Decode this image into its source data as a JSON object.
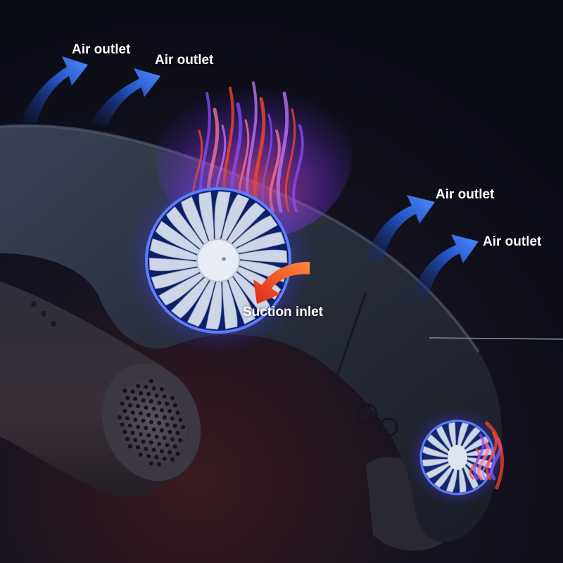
{
  "labels": {
    "outlet_1": "Air outlet",
    "outlet_2": "Air outlet",
    "outlet_3": "Air outlet",
    "outlet_4": "Air outlet",
    "suction": "Suction inlet"
  },
  "colors": {
    "background": "#0b0d17",
    "device_body": "#2b3140",
    "airflow_blue": "#2f6fe0",
    "heat_red": "#ff4a2a",
    "glow_violet": "#8a4dff",
    "fan_blade": "#cdd6e6"
  },
  "icons": {
    "airflow_arrow": "curved-arrow-up-right",
    "suction_arrow": "curved-arrow-left",
    "fan": "fan-rotor",
    "speaker_grille": "perforated-grille"
  }
}
